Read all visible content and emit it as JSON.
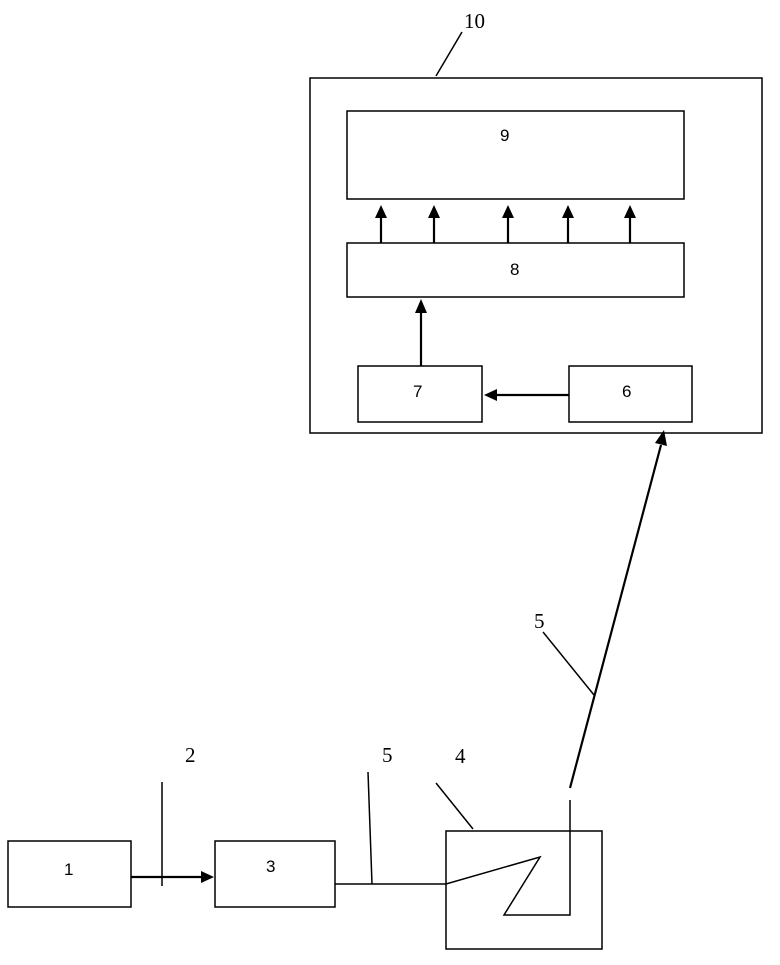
{
  "labels": {
    "block_1": "1",
    "block_3": "3",
    "block_6": "6",
    "block_7": "7",
    "block_8": "8",
    "block_9": "9",
    "callout_2": "2",
    "callout_4": "4",
    "callout_5_lower": "5",
    "callout_5_upper": "5",
    "callout_10": "10"
  }
}
